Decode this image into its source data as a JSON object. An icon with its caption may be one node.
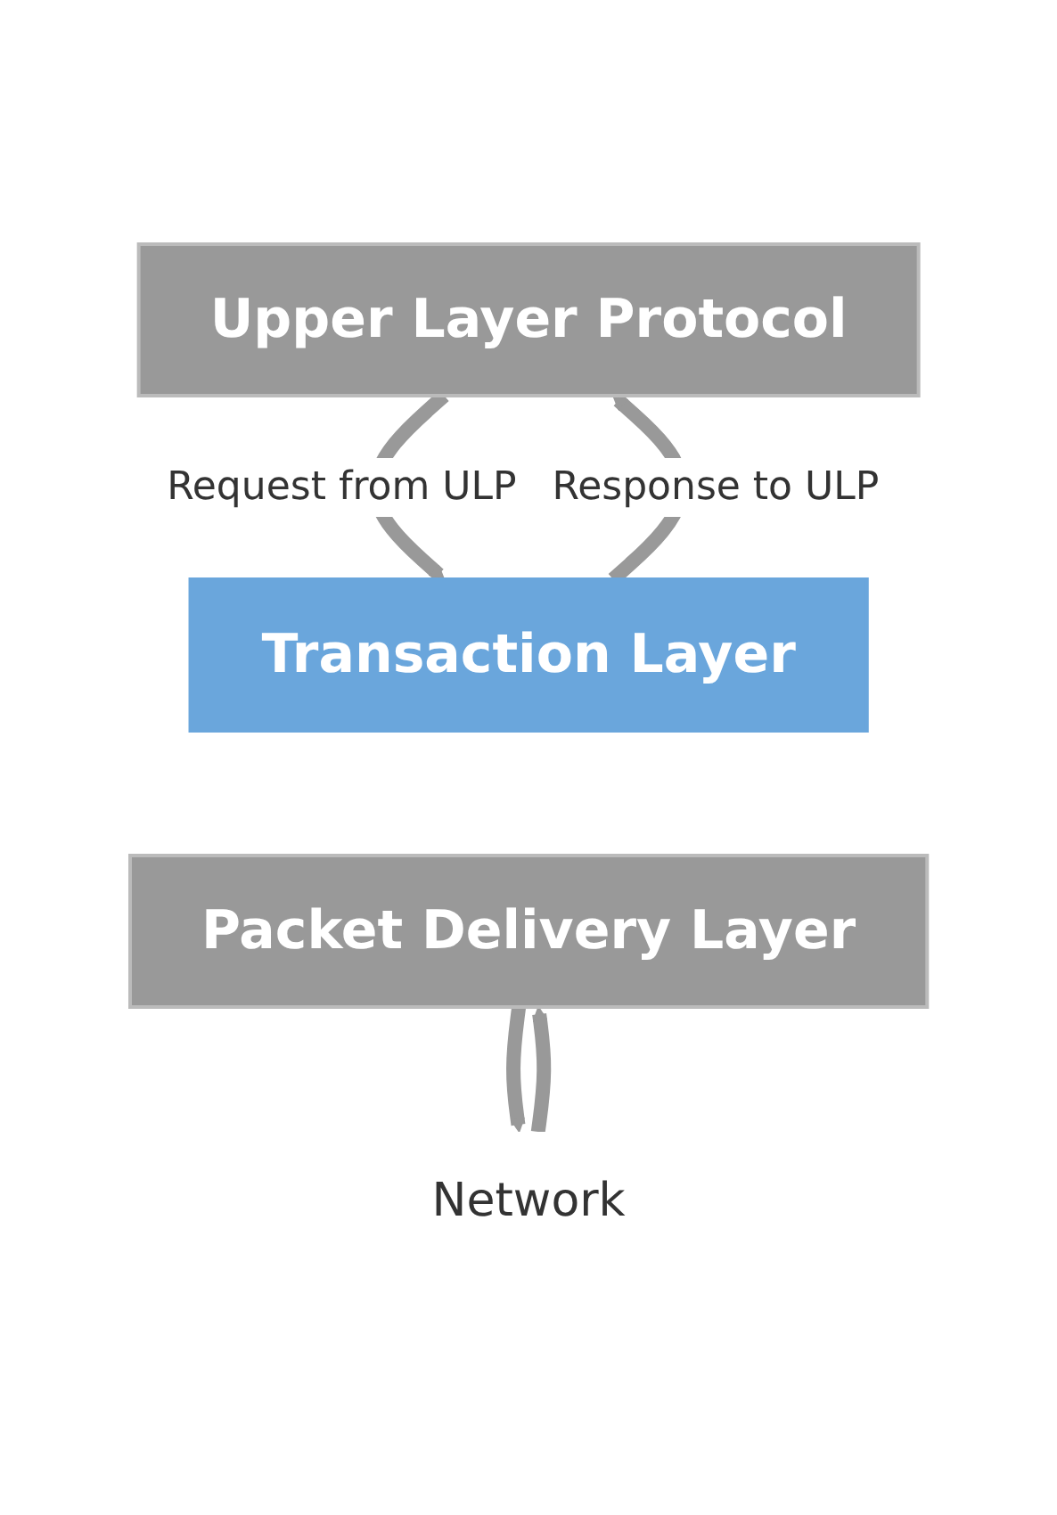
{
  "diagram": {
    "nodes": [
      {
        "text": [
          "Upper Layer Protocol"
        ]
      },
      {
        "text": [
          "Transaction Layer"
        ]
      },
      {
        "text": [
          "Packet Delivery Layer"
        ]
      },
      {
        "text": [
          "Network"
        ]
      }
    ],
    "edges": [
      {
        "from": 0,
        "to": 1,
        "arrow": "to",
        "label": "Request from ULP"
      },
      {
        "from": 1,
        "to": 0,
        "arrow": "to",
        "label": "Response to ULP"
      },
      {
        "from": 3,
        "to": 2,
        "arrow": "to"
      },
      {
        "from": 2,
        "to": 3,
        "arrow": "to"
      }
    ]
  }
}
